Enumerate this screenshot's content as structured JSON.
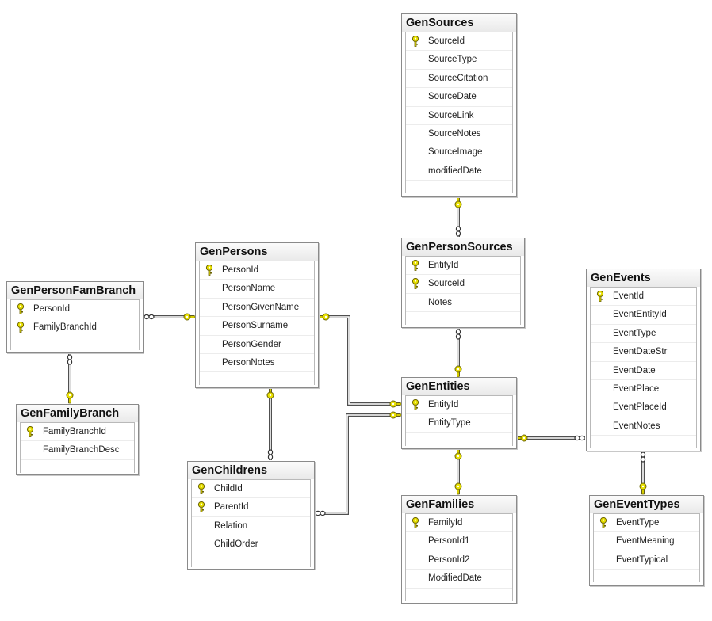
{
  "tables": {
    "gensources": {
      "title": "GenSources",
      "fields": [
        {
          "name": "SourceId",
          "key": true
        },
        {
          "name": "SourceType",
          "key": false
        },
        {
          "name": "SourceCitation",
          "key": false
        },
        {
          "name": "SourceDate",
          "key": false
        },
        {
          "name": "SourceLink",
          "key": false
        },
        {
          "name": "SourceNotes",
          "key": false
        },
        {
          "name": "SourceImage",
          "key": false
        },
        {
          "name": "modifiedDate",
          "key": false
        }
      ]
    },
    "genpersonsources": {
      "title": "GenPersonSources",
      "fields": [
        {
          "name": "EntityId",
          "key": true
        },
        {
          "name": "SourceId",
          "key": true
        },
        {
          "name": "Notes",
          "key": false
        }
      ]
    },
    "genpersons": {
      "title": "GenPersons",
      "fields": [
        {
          "name": "PersonId",
          "key": true
        },
        {
          "name": "PersonName",
          "key": false
        },
        {
          "name": "PersonGivenName",
          "key": false
        },
        {
          "name": "PersonSurname",
          "key": false
        },
        {
          "name": "PersonGender",
          "key": false
        },
        {
          "name": "PersonNotes",
          "key": false
        }
      ]
    },
    "genpersonfambranch": {
      "title": "GenPersonFamBranch",
      "fields": [
        {
          "name": "PersonId",
          "key": true
        },
        {
          "name": "FamilyBranchId",
          "key": true
        }
      ]
    },
    "genfamilybranch": {
      "title": "GenFamilyBranch",
      "fields": [
        {
          "name": "FamilyBranchId",
          "key": true
        },
        {
          "name": "FamilyBranchDesc",
          "key": false
        }
      ]
    },
    "genchildrens": {
      "title": "GenChildrens",
      "fields": [
        {
          "name": "ChildId",
          "key": true
        },
        {
          "name": "ParentId",
          "key": true
        },
        {
          "name": "Relation",
          "key": false
        },
        {
          "name": "ChildOrder",
          "key": false
        }
      ]
    },
    "genentities": {
      "title": "GenEntities",
      "fields": [
        {
          "name": "EntityId",
          "key": true
        },
        {
          "name": "EntityType",
          "key": false
        }
      ]
    },
    "genfamilies": {
      "title": "GenFamilies",
      "fields": [
        {
          "name": "FamilyId",
          "key": true
        },
        {
          "name": "PersonId1",
          "key": false
        },
        {
          "name": "PersonId2",
          "key": false
        },
        {
          "name": "ModifiedDate",
          "key": false
        }
      ]
    },
    "genevents": {
      "title": "GenEvents",
      "fields": [
        {
          "name": "EventId",
          "key": true
        },
        {
          "name": "EventEntityId",
          "key": false
        },
        {
          "name": "EventType",
          "key": false
        },
        {
          "name": "EventDateStr",
          "key": false
        },
        {
          "name": "EventDate",
          "key": false
        },
        {
          "name": "EventPlace",
          "key": false
        },
        {
          "name": "EventPlaceId",
          "key": false
        },
        {
          "name": "EventNotes",
          "key": false
        }
      ]
    },
    "geneventtypes": {
      "title": "GenEventTypes",
      "fields": [
        {
          "name": "EventType",
          "key": true
        },
        {
          "name": "EventMeaning",
          "key": false
        },
        {
          "name": "EventTypical",
          "key": false
        }
      ]
    }
  },
  "colors": {
    "key_fill": "#e8e000",
    "key_stroke": "#6b6300",
    "line": "#505050"
  }
}
